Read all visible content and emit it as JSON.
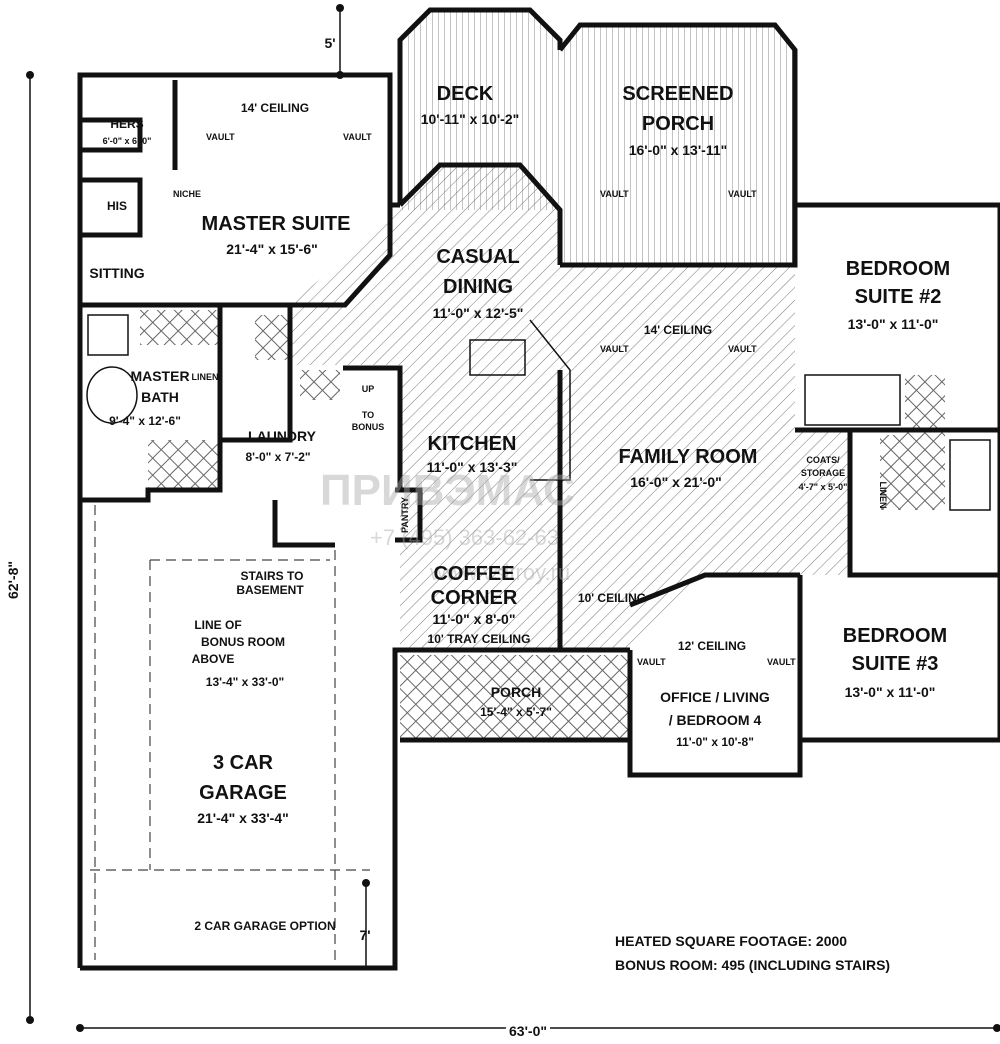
{
  "rooms": {
    "hers": {
      "name": "HERS",
      "size": "6'-0\" x 6'-0\""
    },
    "his": {
      "name": "HIS"
    },
    "niche": "NICHE",
    "sitting": "SITTING",
    "master_suite": {
      "ceiling": "14' CEILING",
      "name": "MASTER SUITE",
      "size": "21'-4\" x 15'-6\""
    },
    "master_bath": {
      "name1": "MASTER",
      "name2": "BATH",
      "size": "9'-4\" x 12'-6\"",
      "linen": "LINEN"
    },
    "laundry": {
      "name": "LAUNDRY",
      "size": "8'-0\" x 7'-2\""
    },
    "stairs_bonus": {
      "up": "UP",
      "to": "TO",
      "bonus": "BONUS"
    },
    "deck": {
      "name": "DECK",
      "size": "10'-11\" x 10'-2\""
    },
    "screened_porch": {
      "name1": "SCREENED",
      "name2": "PORCH",
      "size": "16'-0\" x 13'-11\""
    },
    "casual_dining": {
      "name1": "CASUAL",
      "name2": "DINING",
      "size": "11'-0\" x 12'-5\""
    },
    "kitchen": {
      "name": "KITCHEN",
      "size": "11'-0\" x 13'-3\"",
      "pantry": "PANTRY"
    },
    "family_room": {
      "ceiling": "14' CEILING",
      "name": "FAMILY ROOM",
      "size": "16'-0\" x 21'-0\"",
      "ceiling2": "10' CEILING"
    },
    "bedroom2": {
      "name1": "BEDROOM",
      "name2": "SUITE #2",
      "size": "13'-0\" x 11'-0\""
    },
    "coats": {
      "name1": "COATS/",
      "name2": "STORAGE",
      "size": "4'-7\" x 5'-0\"",
      "linen": "LINEN"
    },
    "coffee_corner": {
      "name1": "COFFEE",
      "name2": "CORNER",
      "size": "11'-0\" x 8'-0\"",
      "ceiling": "10' TRAY CEILING"
    },
    "porch": {
      "name": "PORCH",
      "size": "15'-4\" x 5'-7\""
    },
    "office": {
      "ceiling": "12' CEILING",
      "name1": "OFFICE / LIVING",
      "name2": "/ BEDROOM 4",
      "size": "11'-0\" x 10'-8\""
    },
    "bedroom3": {
      "name1": "BEDROOM",
      "name2": "SUITE #3",
      "size": "13'-0\" x 11'-0\""
    },
    "stairs_basement": {
      "l1": "STAIRS TO",
      "l2": "BASEMENT"
    },
    "bonus_line": {
      "l1": "LINE OF",
      "l2": "BONUS ROOM",
      "l3": "ABOVE",
      "size": "13'-4\" x 33'-0\""
    },
    "garage": {
      "name1": "3 CAR",
      "name2": "GARAGE",
      "size": "21'-4\" x 33'-4\"",
      "option": "2 CAR GARAGE OPTION",
      "option_dim": "7'"
    }
  },
  "vault_label": "VAULT",
  "dimensions": {
    "top": "5'",
    "left": "62'-8\"",
    "bottom": "63'-0\""
  },
  "notes": {
    "heated": "HEATED SQUARE FOOTAGE: 2000",
    "bonus": "BONUS ROOM: 495 (INCLUDING STAIRS)"
  },
  "watermark": {
    "phone": "+7 (495) 363-62-63",
    "site": "www.vsitroy.ru"
  }
}
